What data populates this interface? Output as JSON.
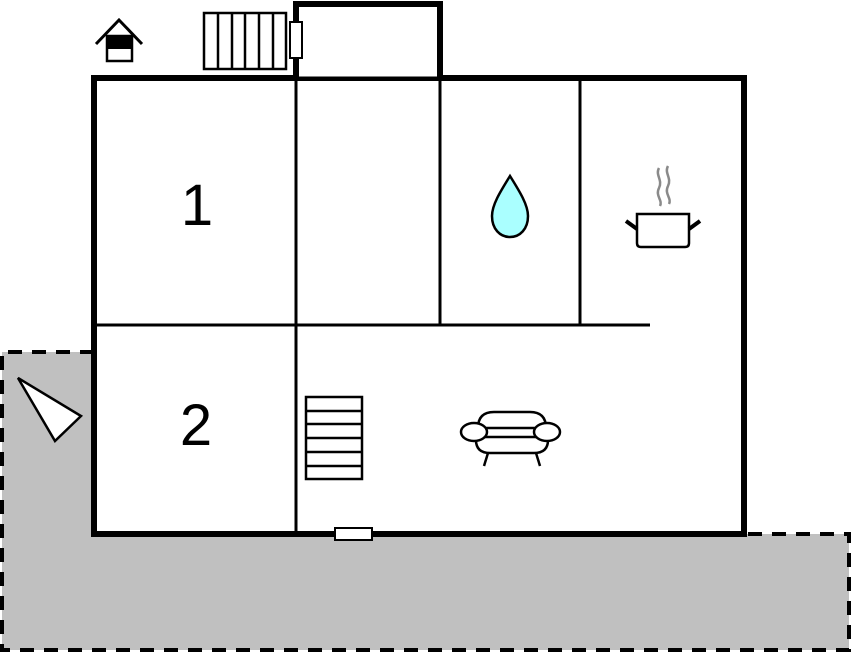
{
  "diagram": {
    "type": "floor-plan",
    "colors": {
      "wall": "#000000",
      "terrace": "#c0c0c0",
      "water": "#aaffff",
      "steam": "#8a8a8a",
      "background": "#ffffff"
    },
    "rooms": [
      {
        "id": "bedroom-1",
        "label": "1"
      },
      {
        "id": "bedroom-2",
        "label": "2"
      }
    ],
    "icons": [
      "entrance-house-icon",
      "radiator-icon",
      "bathroom-water-drop-icon",
      "kitchen-pot-icon",
      "living-room-sofa-icon",
      "staircase-icon",
      "direction-arrow-icon"
    ],
    "areas": [
      "terrace-outdoor-area",
      "entrance-annex"
    ]
  }
}
